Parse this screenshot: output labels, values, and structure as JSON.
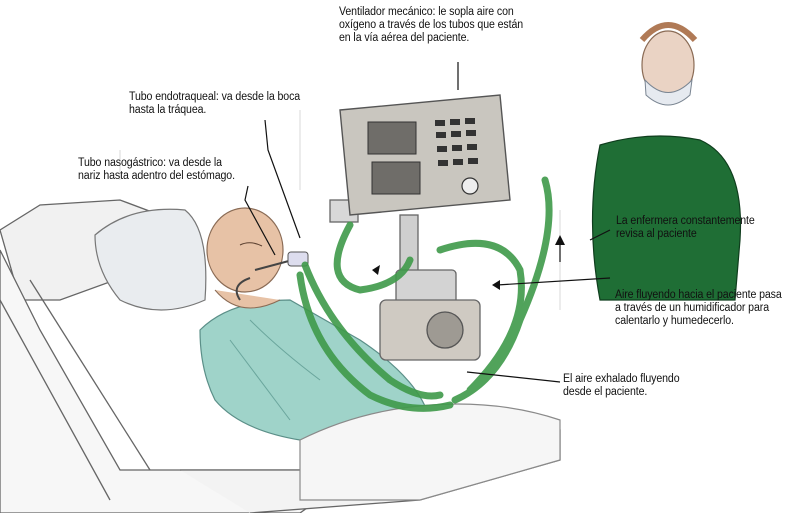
{
  "labels": {
    "ventilator": "Ventilador mecánico: le sopla aire con\noxígeno a través de los tubos que están\nen la vía aérea del paciente.",
    "endotracheal": "Tubo endotraqueal: va desde la boca\nhasta la tráquea.",
    "nasogastric": "Tubo nasogástrico: va desde la\nnariz hasta adentro del estómago.",
    "nurse": "La enfermera constantemente\nrevisa al paciente",
    "air_in": "Aire fluyendo hacia el paciente pasa\na través de un humidificador para\ncalentarlo y humedecerlo.",
    "air_out": "El aire exhalado fluyendo\ndesde el paciente."
  },
  "colors": {
    "tube": "#3f9a4a",
    "scrubs": "#1f6e35",
    "gown": "#9fd3c9",
    "machine": "#c9c6bf",
    "skin": "#e7c2a6"
  }
}
